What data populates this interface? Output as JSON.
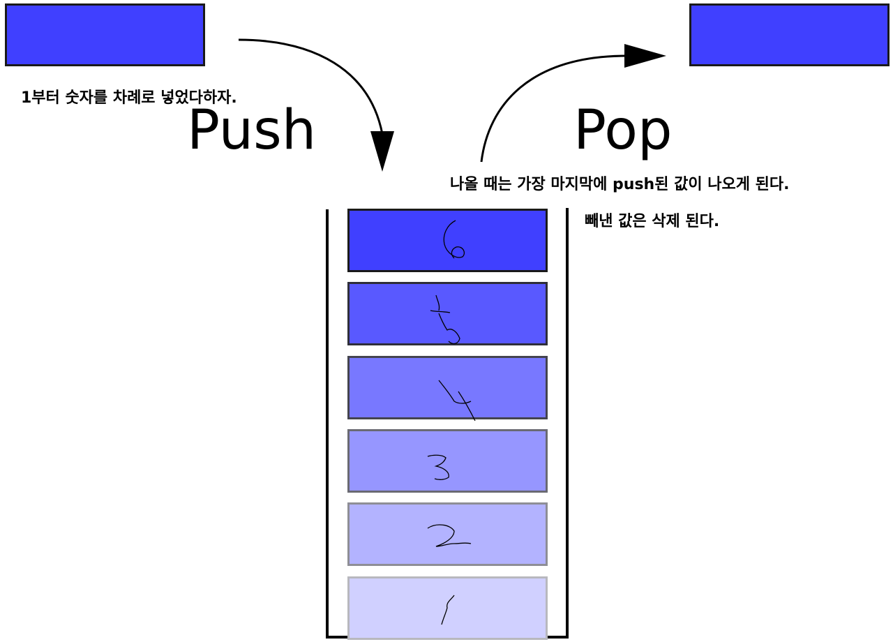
{
  "labels": {
    "push_note": "1부터 숫자를 차례로 넣었다하자.",
    "push_title": "Push",
    "pop_title": "Pop",
    "pop_note_1": "나올 때는 가장 마지막에 push된 값이 나오게 된다.",
    "pop_note_2": "빼낸 값은 삭제 된다."
  },
  "colors": {
    "box_fill": "#4040ff",
    "line": "#000000"
  },
  "stack": {
    "items": [
      {
        "value": "6",
        "fill": "#4040ff",
        "border": "#1a1a1a"
      },
      {
        "value": "5",
        "fill": "#5959ff",
        "border": "#2e2e3a"
      },
      {
        "value": "4",
        "fill": "#7878ff",
        "border": "#44444f"
      },
      {
        "value": "3",
        "fill": "#9696ff",
        "border": "#6a6a72"
      },
      {
        "value": "2",
        "fill": "#b3b3ff",
        "border": "#8e8e96"
      },
      {
        "value": "1",
        "fill": "#d0d0ff",
        "border": "#b8b8be"
      }
    ]
  }
}
